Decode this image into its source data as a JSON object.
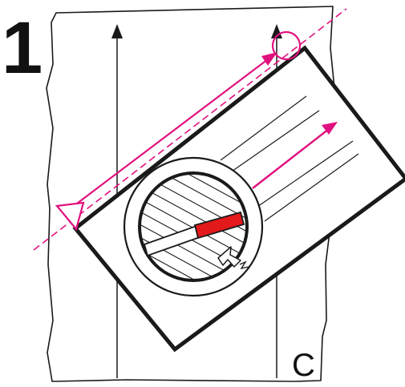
{
  "figure": {
    "step_number": "1",
    "corner_label": "C"
  },
  "colors": {
    "ink": "#1a1a1a",
    "accent": "#e0117e",
    "needle_north": "#e3191b",
    "paper": "#ffffff"
  },
  "icons": {
    "map": "map-sheet",
    "compass": "baseplate-compass",
    "north_lines": "meridian-arrow-icon",
    "direction_of_travel": "direction-arrow-icon",
    "target_marker": "target-circle-icon",
    "start_marker": "start-triangle-icon"
  }
}
